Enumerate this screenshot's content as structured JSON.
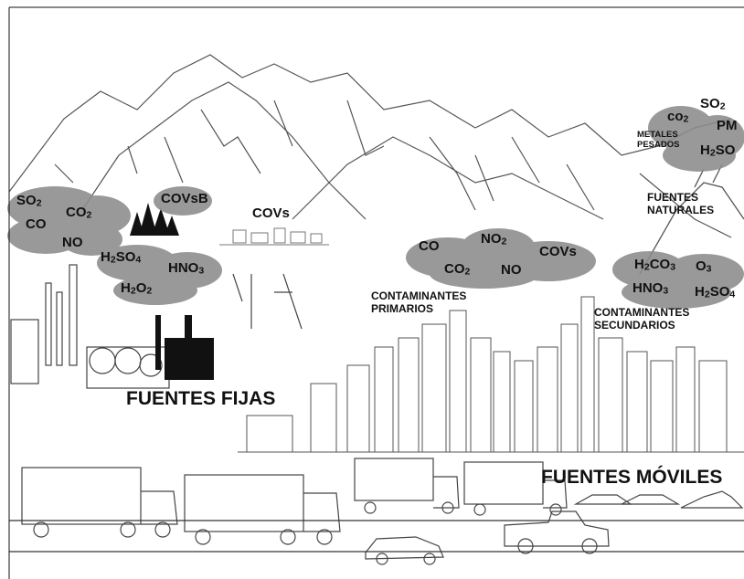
{
  "gases": {
    "so2_left": "SO",
    "so2_left_sub": "2",
    "co_left": "CO",
    "co2_left": "CO",
    "co2_left_sub": "2",
    "no_left": "NO",
    "covsb": "COVsB",
    "covs_top": "COVs",
    "h2so4_left_a": "H",
    "h2so4_left_sub1": "2",
    "h2so4_left_b": "SO",
    "h2so4_left_sub2": "4",
    "hno3_left": "HNO",
    "hno3_left_sub": "3",
    "h2o2_a": "H",
    "h2o2_sub1": "2",
    "h2o2_b": "O",
    "h2o2_sub2": "2",
    "co_mid": "CO",
    "no2_mid": "NO",
    "no2_mid_sub": "2",
    "covs_mid": "COVs",
    "co2_mid": "CO",
    "co2_mid_sub": "2",
    "no_mid": "NO",
    "h2co3_a": "H",
    "h2co3_sub1": "2",
    "h2co3_b": "CO",
    "h2co3_sub2": "3",
    "o3": "O",
    "o3_sub": "3",
    "hno3_right": "HNO",
    "hno3_right_sub": "3",
    "h2so4_right_a": "H",
    "h2so4_right_sub1": "2",
    "h2so4_right_b": "SO",
    "h2so4_right_sub2": "4",
    "co2_volcano": "co",
    "co2_volcano_sub": "2",
    "so2_volcano": "SO",
    "so2_volcano_sub": "2",
    "pm": "PM",
    "h2so_a": "H",
    "h2so_sub": "2",
    "h2so_b": "SO"
  },
  "captions": {
    "metales_pesados_1": "METALES",
    "metales_pesados_2": "PESADOS",
    "fuentes_naturales_1": "FUENTES",
    "fuentes_naturales_2": "NATURALES",
    "contaminantes_primarios_1": "CONTAMINANTES",
    "contaminantes_primarios_2": "PRIMARIOS",
    "contaminantes_secundarios_1": "CONTAMINANTES",
    "contaminantes_secundarios_2": "SECUNDARIOS",
    "fuentes_fijas": "FUENTES FIJAS",
    "fuentes_moviles": "FUENTES MÓVILES"
  },
  "colors": {
    "cloud": "#8c8c8c",
    "sketch": "#555555",
    "ink": "#111111"
  }
}
